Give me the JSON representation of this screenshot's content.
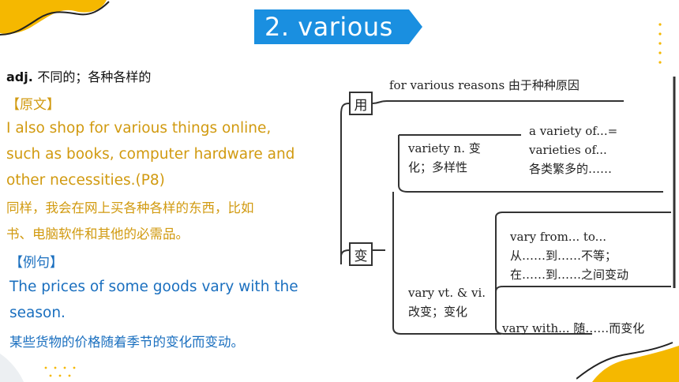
{
  "title": "2. various",
  "left": {
    "pos": "adj.",
    "meaning": "不同的；各种各样的",
    "original_header": "【原文】",
    "original_lines": [
      "I also shop for various things online,",
      "such as books, computer hardware and",
      "other necessities.(P8)"
    ],
    "translation_lines": [
      "同样，我会在网上买各种各样的东西，比如",
      "书、电脑软件和其他的必需品。"
    ],
    "example_header": "【例句】",
    "example_lines": [
      "The prices of some goods vary with the",
      "season."
    ],
    "example_translation": "某些货物的价格随着季节的变化而变动。"
  },
  "diagram": {
    "use_label": "用",
    "change_label": "变",
    "use_phrase": "for various reasons 由于种种原因",
    "variety_lines": [
      "variety n. 变",
      "化；多样性"
    ],
    "a_variety_lines": [
      "a variety of...=",
      "varieties of...",
      "各类繁多的……"
    ],
    "vary_lines": [
      "vary vt. & vi.",
      "改变；变化"
    ],
    "vary_from_lines": [
      "vary from... to...",
      "从……到……不等；",
      "在……到……之间变动"
    ],
    "vary_with": "vary with... 随……而变化"
  },
  "colors": {
    "title_bg": "#1a8fe0",
    "gold_text": "#d19a10",
    "blue_text": "#1a6fbf",
    "accent_yellow": "#f5b800"
  }
}
